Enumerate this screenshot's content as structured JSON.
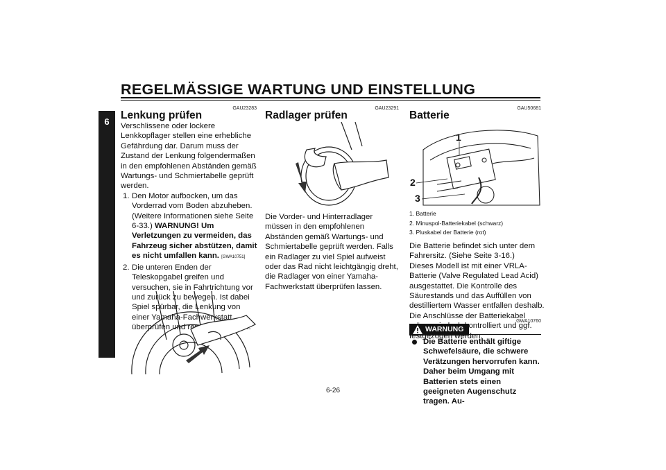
{
  "header": {
    "title": "REGELMÄSSIGE WARTUNG UND EINSTELLUNG"
  },
  "chapter_tab": "6",
  "page_number": "6-26",
  "col1": {
    "code": "GAU23283",
    "heading": "Lenkung prüfen",
    "intro": "Verschlissene oder lockere Lenkkopflager stellen eine erhebliche Gefährdung dar. Darum muss der Zustand der Lenkung folgendermaßen in den empfohlenen Abständen gemäß Wartungs- und Schmiertabelle geprüft werden.",
    "step1_num": "1.",
    "step1_text": "Den Motor aufbocken, um das Vorderrad vom Boden abzuheben. (Weitere Informationen siehe Seite 6-33.)",
    "step1_warning": "WARNUNG! Um Verletzungen zu vermeiden, das Fahrzeug sicher abstützen, damit es nicht umfallen kann.",
    "step1_warning_code": "[GWA10751]",
    "step2_num": "2.",
    "step2_text": "Die unteren Enden der Teleskopgabel greifen und versuchen, sie in Fahrtrichtung vor und zurück zu bewegen. Ist dabei Spiel spürbar, die Lenkung von einer Yamaha-Fachwerkstatt überprüfen und reparieren lassen."
  },
  "col2": {
    "code": "GAU23291",
    "heading": "Radlager prüfen",
    "text": "Die Vorder- und Hinterradlager müssen in den empfohlenen Abständen gemäß Wartungs- und Schmiertabelle geprüft werden. Falls ein Radlager zu viel Spiel aufweist oder das Rad nicht leichtgängig dreht, die Radlager von einer Yamaha-Fachwerkstatt überprüfen lassen."
  },
  "col3": {
    "code": "GAU50681",
    "heading": "Batterie",
    "callouts": [
      "1",
      "2",
      "3"
    ],
    "legend": [
      "1. Batterie",
      "2. Minuspol-Batteriekabel (schwarz)",
      "3. Pluskabel der Batterie (rot)"
    ],
    "para1": "Die Batterie befindet sich unter dem Fahrersitz. (Siehe Seite 3-16.)",
    "para2": "Dieses Modell ist mit einer VRLA-Batterie (Valve Regulated Lead Acid) ausgestattet. Die Kontrolle des Säurestands und das Auffüllen von destilliertem Wasser entfallen deshalb. Die Anschlüsse der Batteriekabel müssen jedoch kontrolliert und ggf. festgezogen werden.",
    "warning_code": "GWA10760",
    "warning_label": "WARNUNG",
    "warning_bullet": "Die Batterie enthält giftige Schwefelsäure, die schwere Verätzungen hervorrufen kann. Daher beim Umgang mit Batterien stets einen geeigneten Augenschutz tragen. Au-"
  }
}
